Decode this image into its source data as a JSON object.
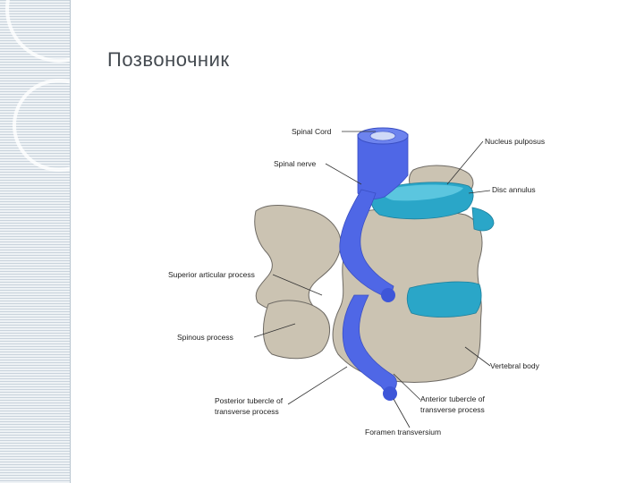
{
  "slide": {
    "title": "Позвоночник"
  },
  "diagram": {
    "labels": {
      "spinal_cord": "Spinal Cord",
      "spinal_nerve": "Spinal nerve",
      "nucleus_pulposus": "Nucleus pulposus",
      "disc_annulus": "Disc annulus",
      "superior_articular_process": "Superior articular process",
      "spinous_process": "Spinous process",
      "vertebral_body": "Vertebral body",
      "posterior_tubercle_line1": "Posterior tubercle of",
      "posterior_tubercle_line2": "transverse process",
      "anterior_tubercle_line1": "Anterior tubercle of",
      "anterior_tubercle_line2": "transverse process",
      "foramen_transversium": "Foramen transversium"
    },
    "colors": {
      "bone": "#cbc3b2",
      "bone_outline": "#6e6a64",
      "nerve": "#4f67e6",
      "disc": "#2aa6c8",
      "nucleus": "#5bc6df",
      "stripes": "#c9d3dc"
    }
  }
}
